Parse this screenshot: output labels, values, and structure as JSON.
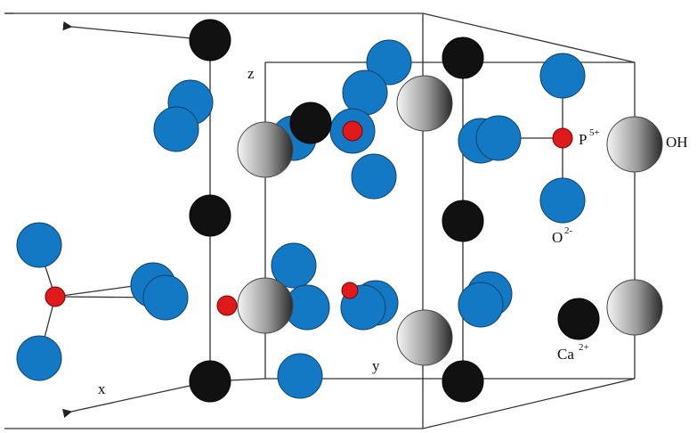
{
  "axes": {
    "x": "x",
    "y": "y",
    "z": "z"
  },
  "labels": {
    "oh": "OH",
    "phosphorus": "P",
    "phosphorus_charge": "5+",
    "oxygen": "O",
    "oxygen_charge": "2-",
    "calcium": "Ca",
    "calcium_charge": "2+"
  },
  "colors": {
    "oxygen": "#1479c4",
    "calcium": "#111111",
    "phosphorus": "#e01a1a",
    "hydroxyl_light": "#f4f4f4",
    "hydroxyl_dark": "#2a2a2a"
  }
}
